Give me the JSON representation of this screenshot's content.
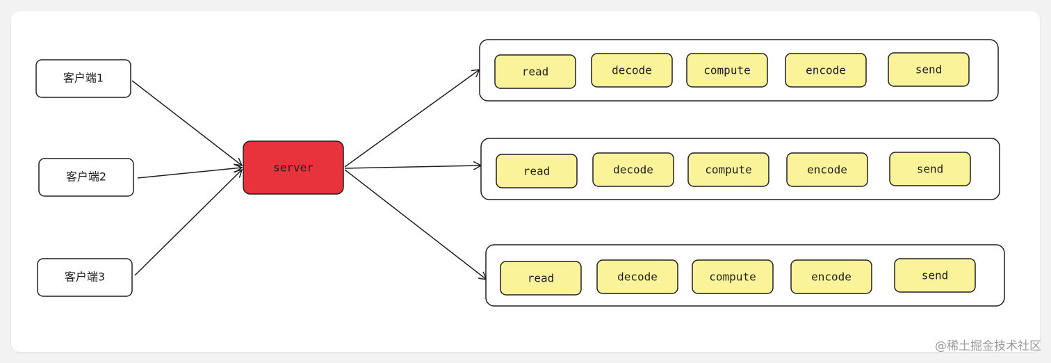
{
  "diagram": {
    "clients": [
      {
        "label": "客户端1"
      },
      {
        "label": "客户端2"
      },
      {
        "label": "客户端3"
      }
    ],
    "server": {
      "label": "server"
    },
    "pipelines": [
      {
        "stages": [
          "read",
          "decode",
          "compute",
          "encode",
          "send"
        ]
      },
      {
        "stages": [
          "read",
          "decode",
          "compute",
          "encode",
          "send"
        ]
      },
      {
        "stages": [
          "read",
          "decode",
          "compute",
          "encode",
          "send"
        ]
      }
    ],
    "colors": {
      "server_fill": "#e8333d",
      "stage_fill": "#fbf39a",
      "stroke": "#1e1e1e",
      "box_fill": "#ffffff"
    }
  },
  "watermark": {
    "text": "@稀土掘金技术社区"
  }
}
